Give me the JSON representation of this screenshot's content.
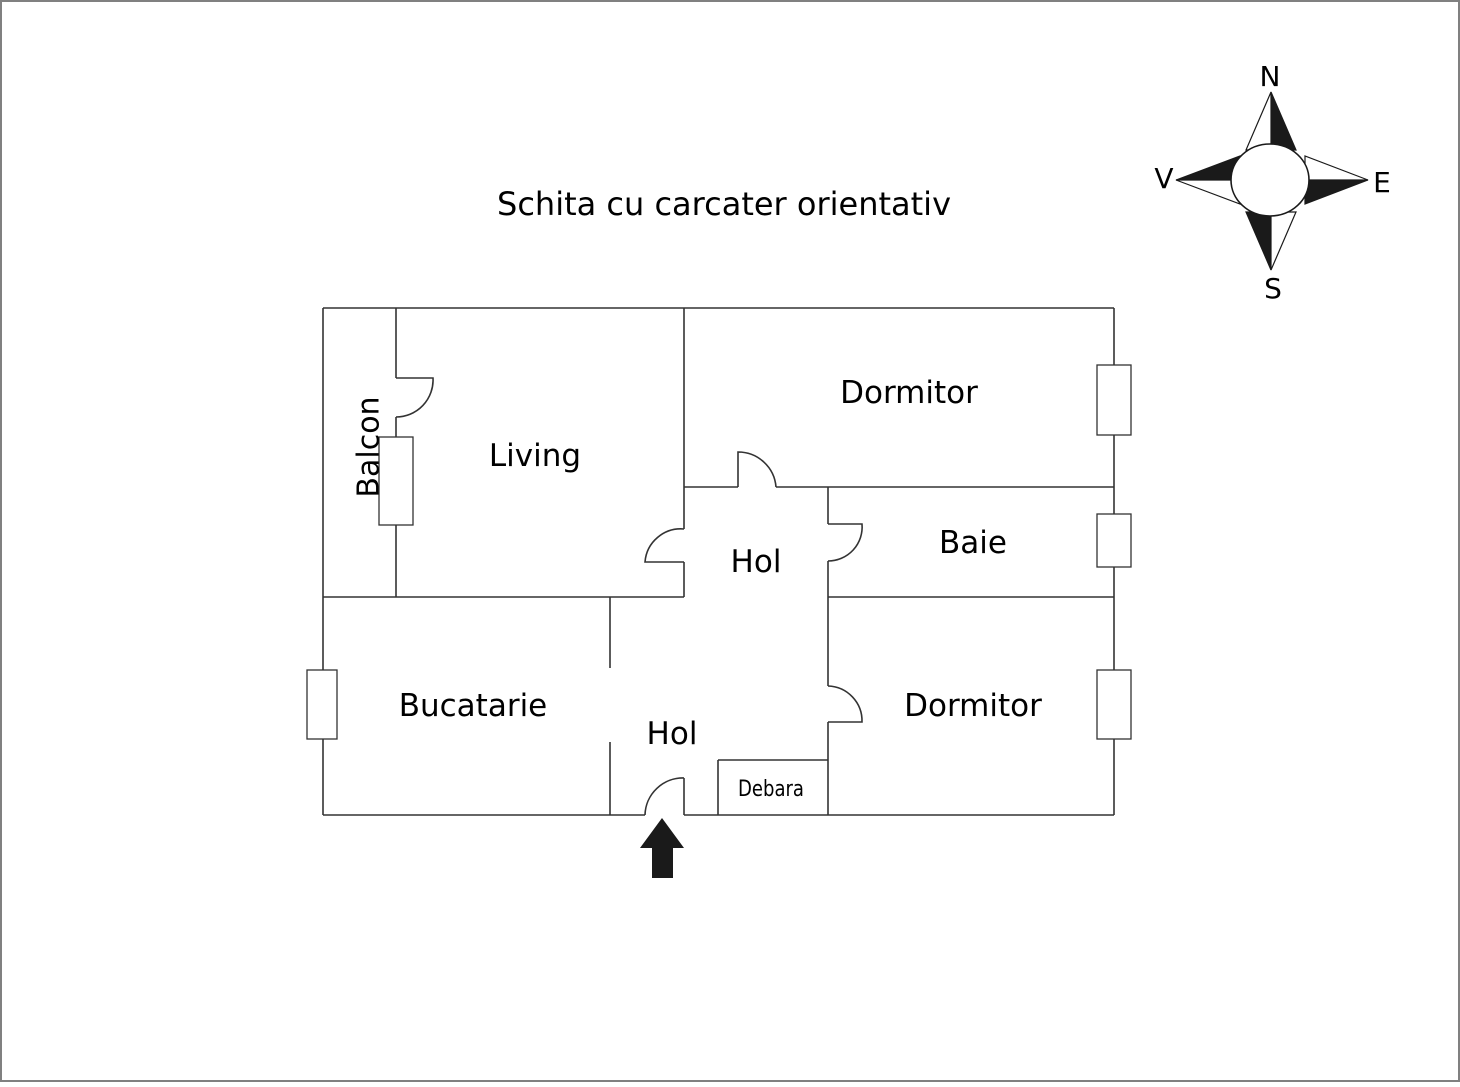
{
  "title": "Schita cu carcater orientativ",
  "compass": {
    "north": "N",
    "east": "E",
    "south": "S",
    "west": "V"
  },
  "rooms": {
    "balcon": "Balcon",
    "living": "Living",
    "dormitor_top": "Dormitor",
    "hol_upper": "Hol",
    "baie": "Baie",
    "bucatarie": "Bucatarie",
    "hol_lower": "Hol",
    "dormitor_bottom": "Dormitor",
    "debara": "Debara"
  },
  "colors": {
    "line": "#333333",
    "fill_dark": "#1a1a1a",
    "border": "#808080"
  },
  "icons": {
    "compass": "compass-rose-icon",
    "entrance": "entrance-arrow-icon"
  }
}
